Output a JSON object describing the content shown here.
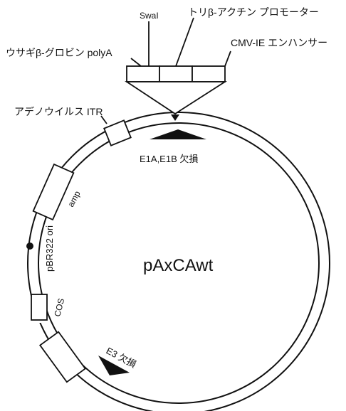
{
  "plasmid": {
    "name": "pAxCAwt"
  },
  "insert": {
    "swai": "SwaI",
    "promoter": "トリβ-アクチン プロモーター",
    "polya": "ウサギβ-グロビン polyA",
    "enhancer": "CMV-IE エンハンサー"
  },
  "features": {
    "itr": "アデノウイルス ITR",
    "e1_deletion": "E1A,E1B 欠損",
    "amp": "amp",
    "ori": "pBR322 ori",
    "cos": "COS",
    "e3_deletion": "E3 欠損"
  },
  "colors": {
    "ink": "#111111",
    "background": "#ffffff",
    "deletion_fill": "#111111"
  }
}
